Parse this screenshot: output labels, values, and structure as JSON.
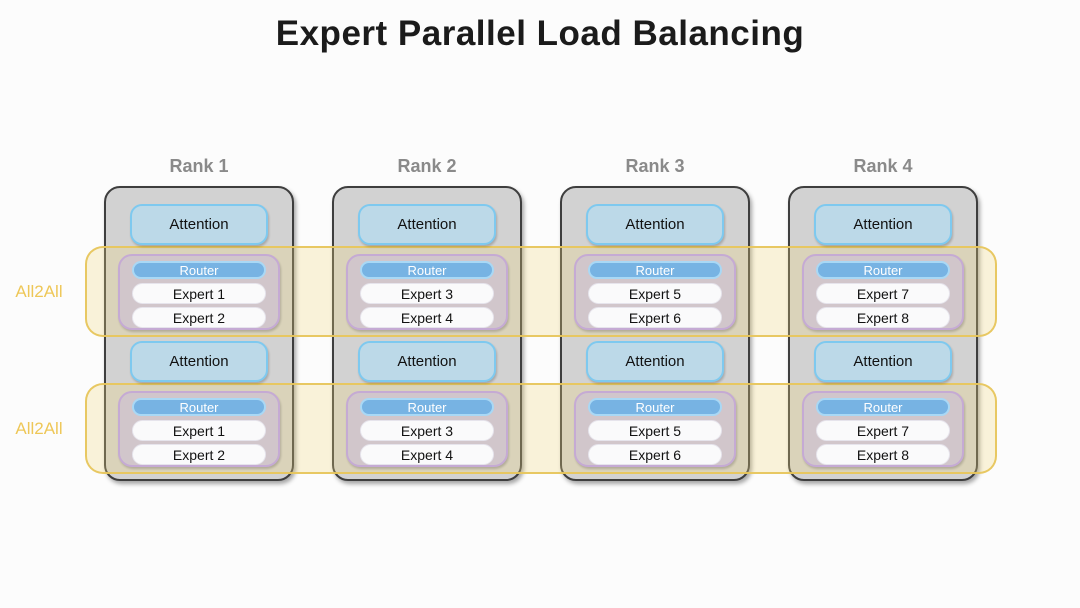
{
  "title": "Expert Parallel Load Balancing",
  "bands": [
    {
      "label": "All2All"
    },
    {
      "label": "All2All"
    }
  ],
  "ranks": [
    {
      "label": "Rank 1",
      "layers": [
        {
          "attention": "Attention",
          "router": "Router",
          "experts": [
            "Expert 1",
            "Expert 2"
          ]
        },
        {
          "attention": "Attention",
          "router": "Router",
          "experts": [
            "Expert 1",
            "Expert 2"
          ]
        }
      ]
    },
    {
      "label": "Rank 2",
      "layers": [
        {
          "attention": "Attention",
          "router": "Router",
          "experts": [
            "Expert 3",
            "Expert 4"
          ]
        },
        {
          "attention": "Attention",
          "router": "Router",
          "experts": [
            "Expert 3",
            "Expert 4"
          ]
        }
      ]
    },
    {
      "label": "Rank 3",
      "layers": [
        {
          "attention": "Attention",
          "router": "Router",
          "experts": [
            "Expert 5",
            "Expert 6"
          ]
        },
        {
          "attention": "Attention",
          "router": "Router",
          "experts": [
            "Expert 5",
            "Expert 6"
          ]
        }
      ]
    },
    {
      "label": "Rank 4",
      "layers": [
        {
          "attention": "Attention",
          "router": "Router",
          "experts": [
            "Expert 7",
            "Expert 8"
          ]
        },
        {
          "attention": "Attention",
          "router": "Router",
          "experts": [
            "Expert 7",
            "Expert 8"
          ]
        }
      ]
    }
  ],
  "colors": {
    "accent_gold": "#e7c55c",
    "band_fill_over_white": "#fbf5dc",
    "container_gray": "#d2d2d2",
    "container_border": "#3e3e3e",
    "attention_fill": "#bcd9e8",
    "attention_border": "#7ec9ef",
    "router_fill": "#77b3e3",
    "router_border": "#a9d8f5",
    "moe_fill": "#d1c6cb",
    "moe_border": "#c5aad4",
    "expert_fill": "#fafafb",
    "rank_label_gray": "#8a8a8a",
    "all2all_text": "#eec758",
    "title_text": "#1b1b1b"
  }
}
